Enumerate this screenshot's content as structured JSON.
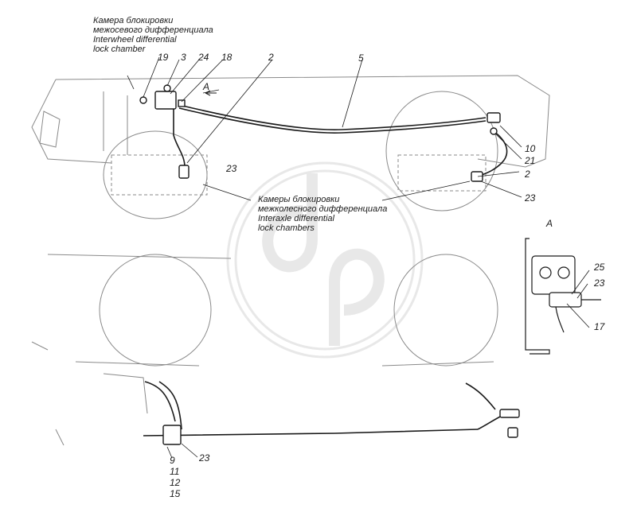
{
  "callouts": {
    "c19": "19",
    "c3": "3",
    "c24": "24",
    "c18": "18",
    "c2a": "2",
    "c5": "5",
    "c10": "10",
    "c21": "21",
    "c2b": "2",
    "c23a": "23",
    "c23b": "23",
    "cA_arrow": "A",
    "cA_view": "A",
    "c25": "25",
    "c23c": "23",
    "c17": "17",
    "c9": "9",
    "c11": "11",
    "c12": "12",
    "c15": "15",
    "c23d": "23"
  },
  "notes": {
    "interwheel": [
      "Камера блокировки",
      "межосевого дифференциала",
      "Interwheel differential",
      "lock chamber"
    ],
    "interaxle": [
      "Камеры блокировки",
      "межколесного дифференциала",
      "Interaxle differential",
      "lock chambers"
    ]
  }
}
